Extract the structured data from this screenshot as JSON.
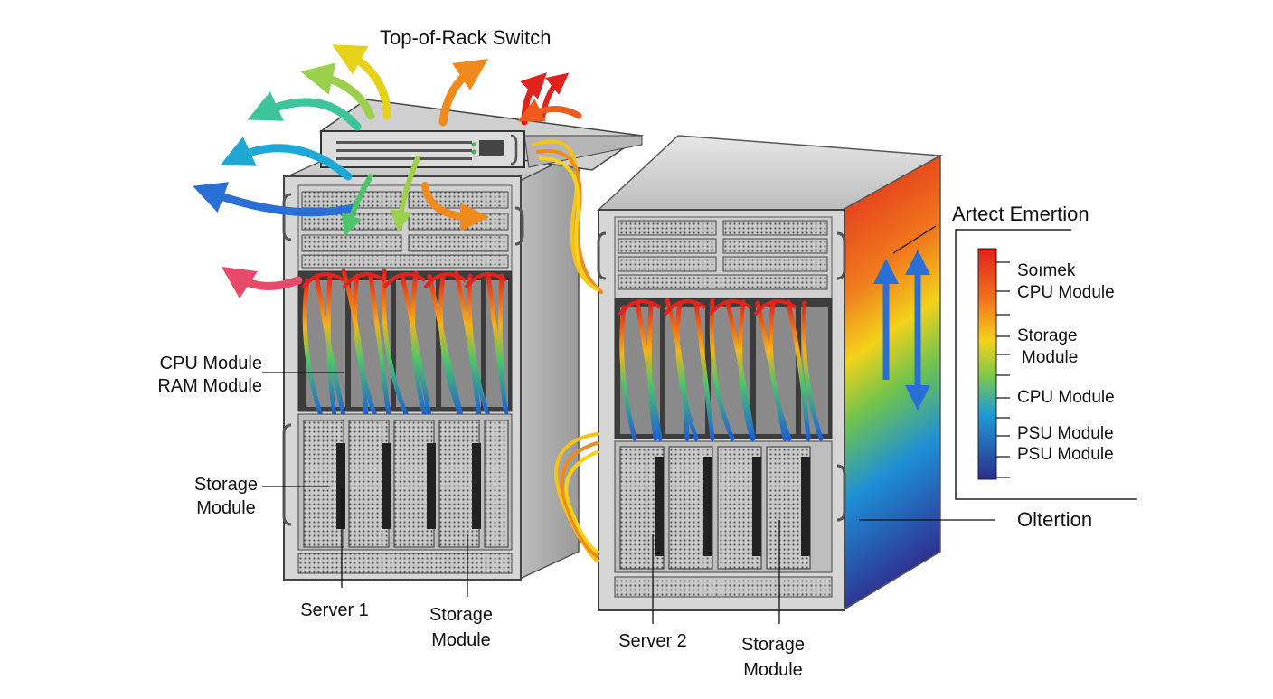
{
  "labels": {
    "top_switch": "Top-of-Rack Switch",
    "cpu_module_left": "CPU Module",
    "ram_module_left": "RAM Module",
    "storage_left_line1": "Storage",
    "storage_left_line2": "Module",
    "server1": "Server 1",
    "storage_bottom1_line1": "Storage",
    "storage_bottom1_line2": "Module",
    "server2": "Server 2",
    "storage_bottom2_line1": "Storage",
    "storage_bottom2_line2": "Module",
    "artect": "Artect Emertion",
    "oltertion": "Oltertion"
  },
  "scale_labels": [
    "Soımek",
    "CPU Module",
    "Storage",
    "Module",
    "CPU Module",
    "PSU Module",
    "PSU Module"
  ],
  "colors": {
    "hot": "#e0231c",
    "warm": "#f08a1c",
    "mid": "#f5d21a",
    "cool_green": "#4cc46a",
    "cool": "#1e8fd6",
    "cold": "#2a2f8c",
    "chassis": "#d9d9d9",
    "chassis_dark": "#a8a8a8"
  }
}
